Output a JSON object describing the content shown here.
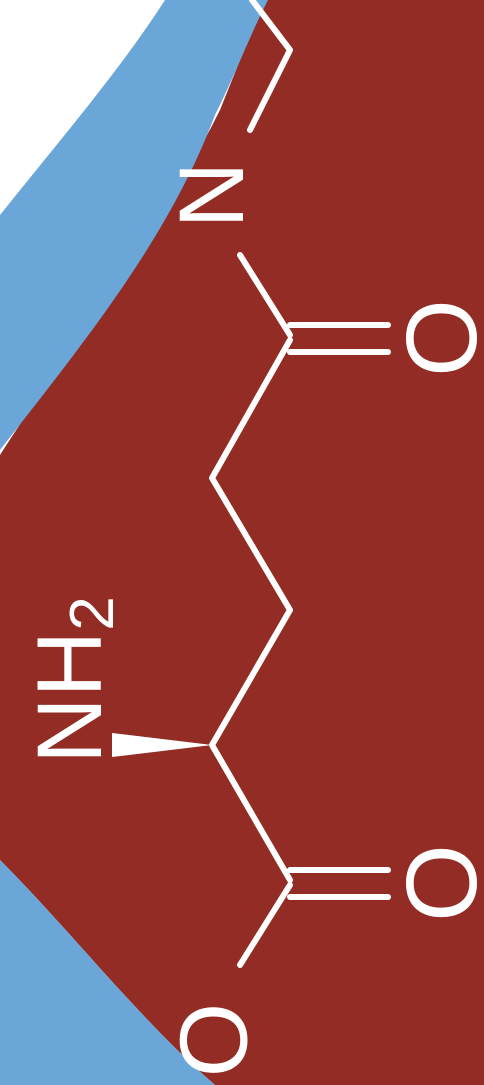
{
  "colors": {
    "background": "#ffffff",
    "panel": "#922c24",
    "wave": "#6aa7d8",
    "structure": "#ffffff"
  },
  "atoms": {
    "amino_group": "NH",
    "amino_subscript": "2",
    "amide_nitrogen": "N",
    "amide_oxygen": "O",
    "acid_oxygen": "O",
    "hydroxyl_oxygen": "O"
  }
}
